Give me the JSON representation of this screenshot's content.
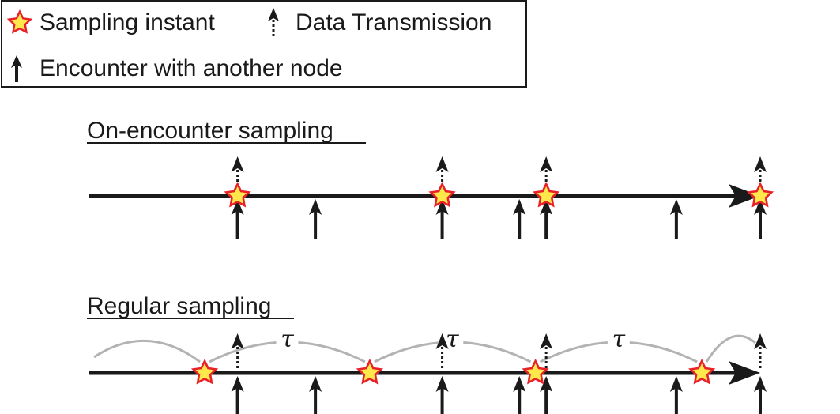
{
  "legend": {
    "sampling_label": "Sampling instant",
    "transmission_label": "Data Transmission",
    "encounter_label": "Encounter with another node",
    "icons": {
      "sampling": "star-icon",
      "transmission": "dashed-arrow-icon",
      "encounter": "arrow-icon"
    }
  },
  "colors": {
    "star_fill": "#ffe94a",
    "star_stroke": "#e8202a",
    "line": "#1a1a1a",
    "interval_curve": "#b3b3b3"
  },
  "on_encounter": {
    "title": "On-encounter sampling",
    "encounters": [
      0.221,
      0.337,
      0.526,
      0.641,
      0.681,
      0.875,
      1.0
    ],
    "samples": [
      0.221,
      0.526,
      0.681,
      1.0
    ],
    "transmissions": [
      0.221,
      0.526,
      0.681,
      1.0
    ]
  },
  "regular": {
    "title": "Regular sampling",
    "interval_label": "τ",
    "encounters": [
      0.221,
      0.337,
      0.526,
      0.641,
      0.681,
      0.875,
      1.0
    ],
    "samples": [
      0.172,
      0.418,
      0.665,
      0.913
    ],
    "transmissions": [
      0.221,
      0.526,
      0.681,
      1.0
    ],
    "interval_label_positions": [
      0.295,
      0.541,
      0.789
    ]
  }
}
